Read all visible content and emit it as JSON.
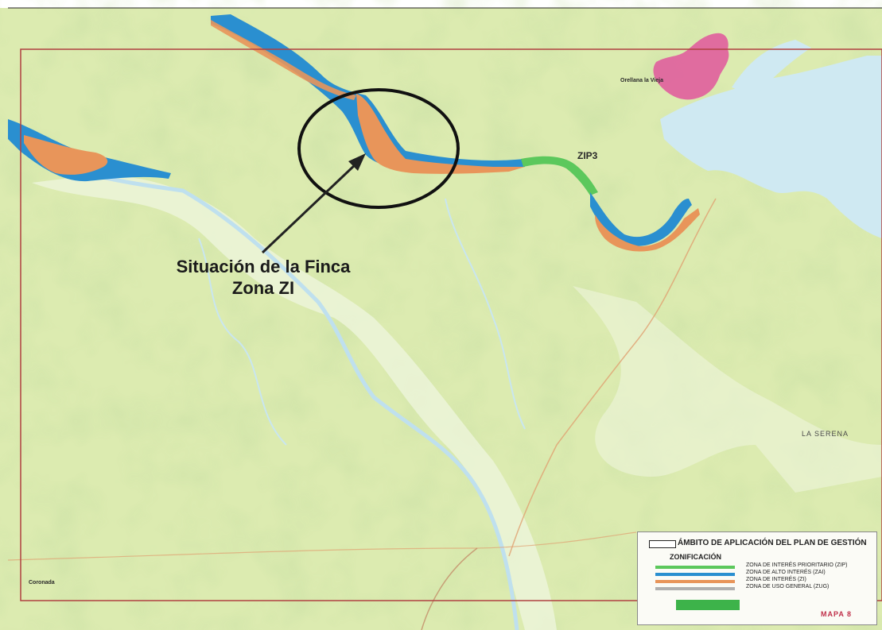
{
  "map": {
    "annotation": {
      "line1": "Situación de la Finca",
      "line2": "Zona ZI"
    },
    "labels": {
      "zip3": "ZIP3",
      "town": "Orellana la Vieja",
      "town2": "Coronada",
      "region": "LA SERENA"
    },
    "legend": {
      "title": "ÁMBITO DE APLICACIÓN DEL PLAN DE GESTIÓN",
      "zonificacion": "ZONIFICACIÓN",
      "items": [
        {
          "label": "ZONA DE INTERÉS PRIORITARIO (ZIP)",
          "color": "#5cc85c"
        },
        {
          "label": "ZONA DE ALTO INTERÉS (ZAI)",
          "color": "#2a8fd0"
        },
        {
          "label": "ZONA DE INTERÉS (ZI)",
          "color": "#e8955a"
        },
        {
          "label": "ZONA DE USO GENERAL (ZUG)",
          "color": "#b0b0b0"
        }
      ],
      "logo": "",
      "map_number": "MAPA 8"
    },
    "colors": {
      "terrain": "#dcebb0",
      "terrain_dark": "#b9d68a",
      "water": "#dff0f5",
      "reservoir": "#cfe9f2",
      "urban": "#e0569c",
      "frame": "#b04040",
      "zai": "#2a8fd0",
      "zi": "#e8955a",
      "zip": "#5cc85c"
    }
  }
}
